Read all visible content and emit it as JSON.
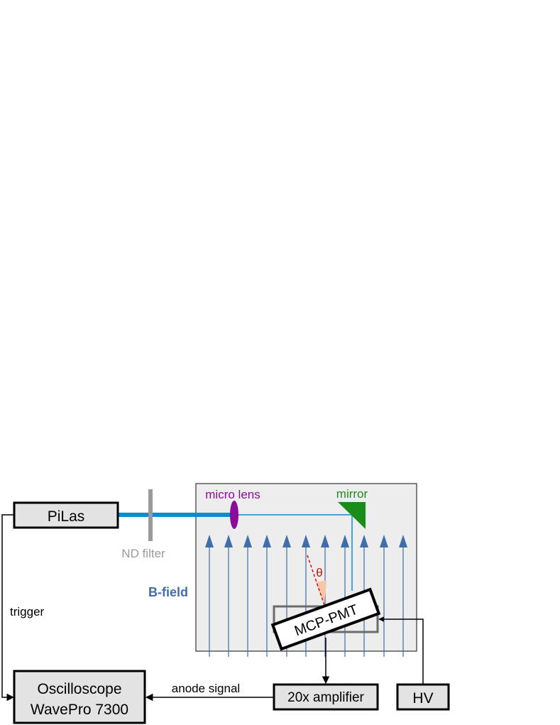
{
  "labels": {
    "pilas": "PiLas",
    "nd_filter": "ND filter",
    "micro_lens": "micro lens",
    "mirror": "mirror",
    "theta": "θ",
    "b_field": "B-field",
    "mcp_pmt": "MCP-PMT",
    "trigger": "trigger",
    "oscilloscope_line1": "Oscilloscope",
    "oscilloscope_line2": "WavePro 7300",
    "anode_signal": "anode signal",
    "amplifier": "20x amplifier",
    "hv": "HV"
  },
  "colors": {
    "box_fill": "#e3e3e3",
    "chamber_fill": "#ededed",
    "beam": "#0a8bd6",
    "lens": "#8a0c9a",
    "mirror": "#1a8c1a",
    "field_arrow": "#3f6eaa",
    "theta": "#d01010",
    "nd_filter": "#9a9a9a"
  }
}
